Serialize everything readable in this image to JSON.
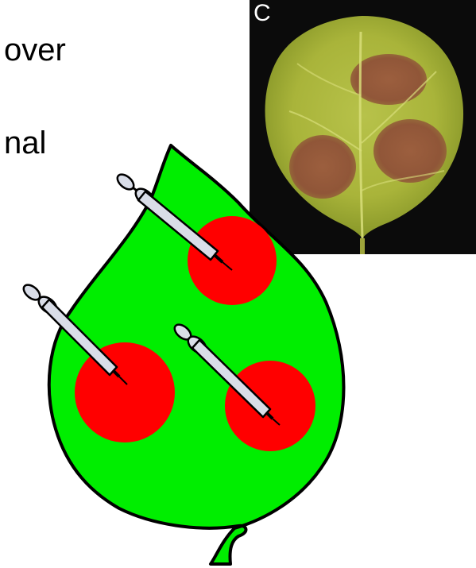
{
  "slide": {
    "text_line_1": "over",
    "text_line_2": "nal",
    "text_line_3": "."
  },
  "photo": {
    "panel_label": "C"
  },
  "colors": {
    "leaf_fill": "#00ee00",
    "infiltration_spot": "#ff0000",
    "syringe_barrel": "#d9dde8",
    "outline": "#000000"
  }
}
